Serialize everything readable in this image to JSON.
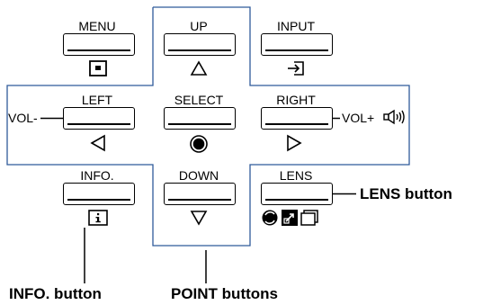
{
  "buttons": {
    "menu": "MENU",
    "up": "UP",
    "input": "INPUT",
    "left": "LEFT",
    "select": "SELECT",
    "right": "RIGHT",
    "info": "INFO.",
    "down": "DOWN",
    "lens": "LENS"
  },
  "side_labels": {
    "vol_minus": "VOL-",
    "vol_plus": "VOL+"
  },
  "callouts": {
    "lens_button": "LENS button",
    "info_button": "INFO. button",
    "point_buttons": "POINT buttons"
  },
  "icons": {
    "menu": "menu-square-icon",
    "up": "triangle-up-icon",
    "input": "input-arrow-icon",
    "left": "triangle-left-icon",
    "select": "filled-circle-icon",
    "right": "triangle-right-icon",
    "volume": "speaker-icon",
    "info": "info-i-icon",
    "down": "triangle-down-icon",
    "lens_focus": "focus-circle-icon",
    "lens_zoom": "zoom-square-icon",
    "lens_shift": "shift-rect-icon"
  },
  "colors": {
    "outline": "#2f5b9a",
    "text": "#000000"
  }
}
